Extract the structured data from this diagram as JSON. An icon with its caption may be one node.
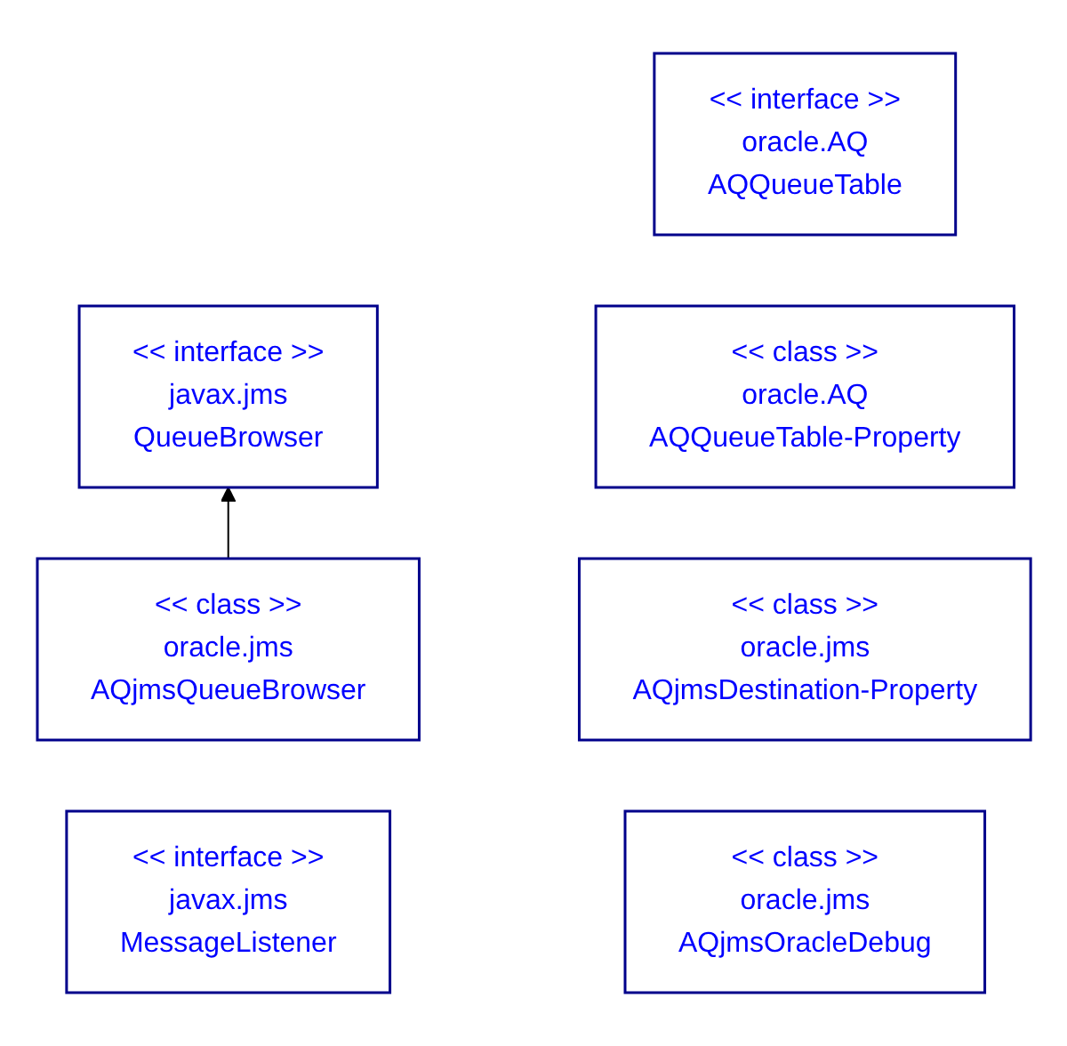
{
  "diagram": {
    "nodes": [
      {
        "text": [
          "<< interface >>",
          "javax.jms",
          "QueueBrowser"
        ]
      },
      {
        "text": [
          "<< class >>",
          "oracle.jms",
          "AQjmsQueueBrowser"
        ]
      },
      {
        "text": [
          "<< interface >>",
          "javax.jms",
          "MessageListener"
        ]
      },
      {
        "text": [
          "<< interface >>",
          "oracle.AQ",
          "AQQueueTable"
        ]
      },
      {
        "text": [
          "<< class >>",
          "oracle.AQ",
          "AQQueueTable-Property"
        ]
      },
      {
        "text": [
          "<< class >>",
          "oracle.jms",
          "AQjmsDestination-Property"
        ]
      },
      {
        "text": [
          "<< class >>",
          "oracle.jms",
          "AQjmsOracleDebug"
        ]
      }
    ],
    "edges": [
      {
        "from": 1,
        "to": 0,
        "arrow": "to"
      }
    ]
  }
}
